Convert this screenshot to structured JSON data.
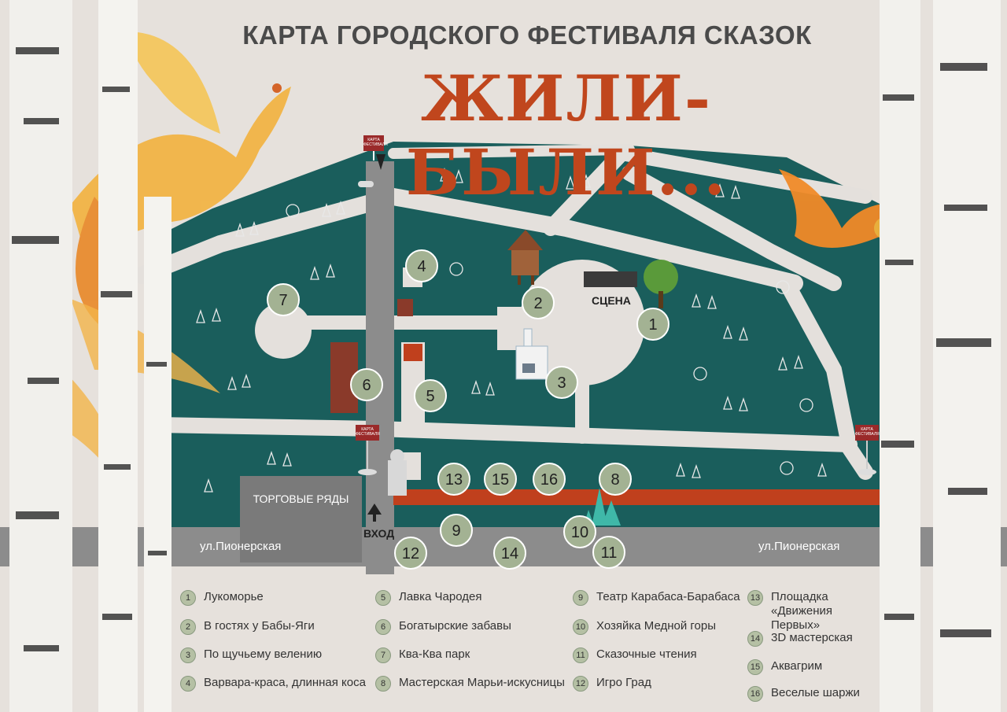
{
  "header": {
    "subtitle": "КАРТА ГОРОДСКОГО ФЕСТИВАЛЯ СКАЗОК",
    "title": "ЖИЛИ-БЫЛИ..."
  },
  "map": {
    "stage_label": "СЦЕНА",
    "market_label": "ТОРГОВЫЕ РЯДЫ",
    "entrance_label": "ВХОД",
    "street_left": "ул.Пионерская",
    "street_right": "ул.Пионерская",
    "map_sign_text_1": "КАРТА",
    "map_sign_text_2": "ФЕСТИВАЛЯ",
    "markers": [
      "1",
      "2",
      "3",
      "4",
      "5",
      "6",
      "7",
      "8",
      "9",
      "10",
      "11",
      "12",
      "13",
      "14",
      "15",
      "16"
    ]
  },
  "legend": {
    "col1": [
      {
        "num": "1",
        "label": "Лукоморье"
      },
      {
        "num": "2",
        "label": "В гостях у Бабы-Яги"
      },
      {
        "num": "3",
        "label": "По щучьему велению"
      },
      {
        "num": "4",
        "label": "Варвара-краса, длинная коса"
      }
    ],
    "col2": [
      {
        "num": "5",
        "label": "Лавка Чародея"
      },
      {
        "num": "6",
        "label": "Богатырские забавы"
      },
      {
        "num": "7",
        "label": "Ква-Ква парк"
      },
      {
        "num": "8",
        "label": "Мастерская Марьи-искусницы"
      }
    ],
    "col3": [
      {
        "num": "9",
        "label": "Театр Карабаса-Барабаса"
      },
      {
        "num": "10",
        "label": "Хозяйка Медной горы"
      },
      {
        "num": "11",
        "label": "Сказочные чтения"
      },
      {
        "num": "12",
        "label": "Игро Град"
      }
    ],
    "col4": [
      {
        "num": "13",
        "label": "Площадка «Движения Первых»"
      },
      {
        "num": "14",
        "label": "3D мастерская"
      },
      {
        "num": "15",
        "label": "Аквагрим"
      },
      {
        "num": "16",
        "label": "Веселые шаржи"
      }
    ]
  },
  "colors": {
    "park": "#1a5e5c",
    "path": "#e4e0dc",
    "road": "#8c8c8c",
    "red_strip": "#c0401d",
    "marker": "#a3b293",
    "title": "#c0461d"
  }
}
